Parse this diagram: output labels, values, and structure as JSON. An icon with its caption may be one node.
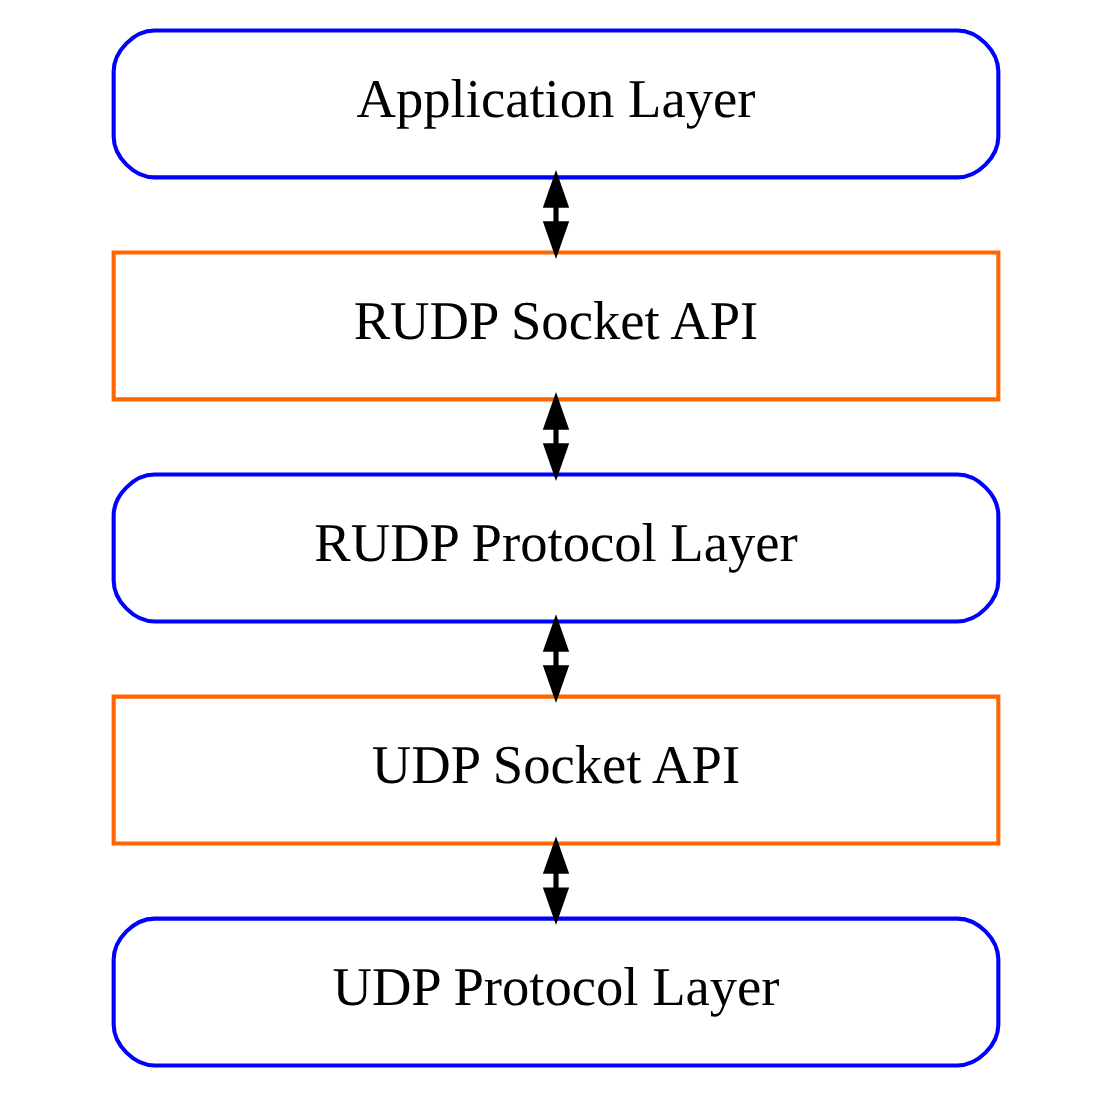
{
  "diagram": {
    "nodes": [
      {
        "text": [
          "Application Layer"
        ]
      },
      {
        "text": [
          "RUDP Socket API"
        ]
      },
      {
        "text": [
          "RUDP Protocol Layer"
        ]
      },
      {
        "text": [
          "UDP Socket API"
        ]
      },
      {
        "text": [
          "UDP Protocol Layer"
        ]
      }
    ],
    "edges": [
      {
        "from": 0,
        "to": 1,
        "arrow": "both"
      },
      {
        "from": 1,
        "to": 2,
        "arrow": "both"
      },
      {
        "from": 2,
        "to": 3,
        "arrow": "both"
      },
      {
        "from": 3,
        "to": 4,
        "arrow": "both"
      }
    ]
  }
}
